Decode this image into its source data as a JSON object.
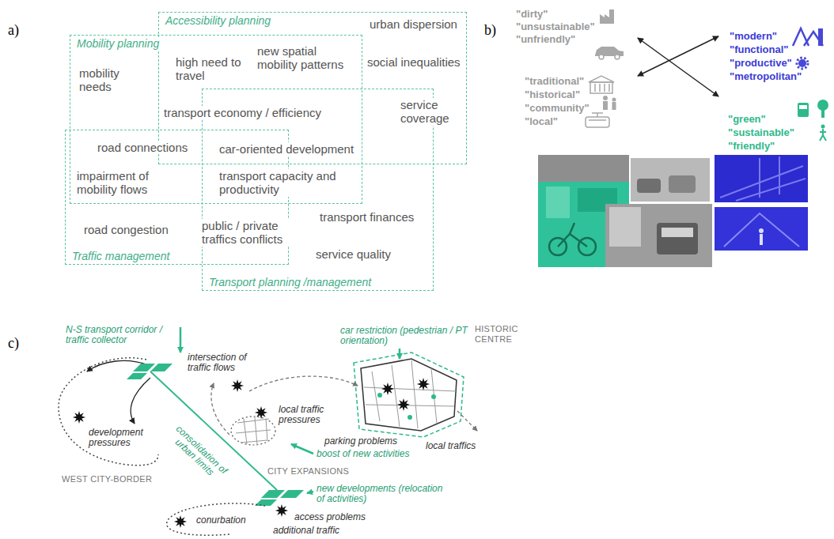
{
  "diagram": {
    "nodes": [
      {
        "text": [
          "Accessibility planning"
        ]
      },
      {
        "text": [
          "Mobility planning"
        ]
      },
      {
        "text": [
          "Traffic management"
        ]
      },
      {
        "text": [
          "Transport planning /management"
        ]
      }
    ],
    "labels": [
      "a)",
      "urban dispersion",
      "mobility needs",
      "high need to travel",
      "new spatial mobility patterns",
      "social inequalities",
      "transport economy / efficiency",
      "service coverage",
      "road connections",
      "car-oriented development",
      "impairment of mobility flows",
      "transport capacity and productivity",
      "road congestion",
      "public / private traffics conflicts",
      "transport finances",
      "service quality",
      "b)",
      "\"dirty\"",
      "\"unsustainable\"",
      "\"unfriendly\"",
      "\"traditional\"",
      "\"historical\"",
      "\"community\"",
      "\"local\"",
      "\"modern\"",
      "\"functional\"",
      "\"productive\"",
      "\"metropolitan\"",
      "\"green\"",
      "\"sustainable\"",
      "\"friendly\"",
      "c)",
      "N-S transport corridor / traffic collector",
      "intersection of traffic flows",
      "HISTORIC CENTRE",
      "car restriction (pedestrian / PT orientation)",
      "local traffic pressures",
      "parking problems",
      "local traffics",
      "development pressures",
      "consolidation of urban limits",
      "boost of new activities",
      "CITY EXPANSIONS",
      "WEST CITY-BORDER",
      "new developments (relocation of activities)",
      "conurbation",
      "access problems",
      "additional traffic"
    ]
  }
}
